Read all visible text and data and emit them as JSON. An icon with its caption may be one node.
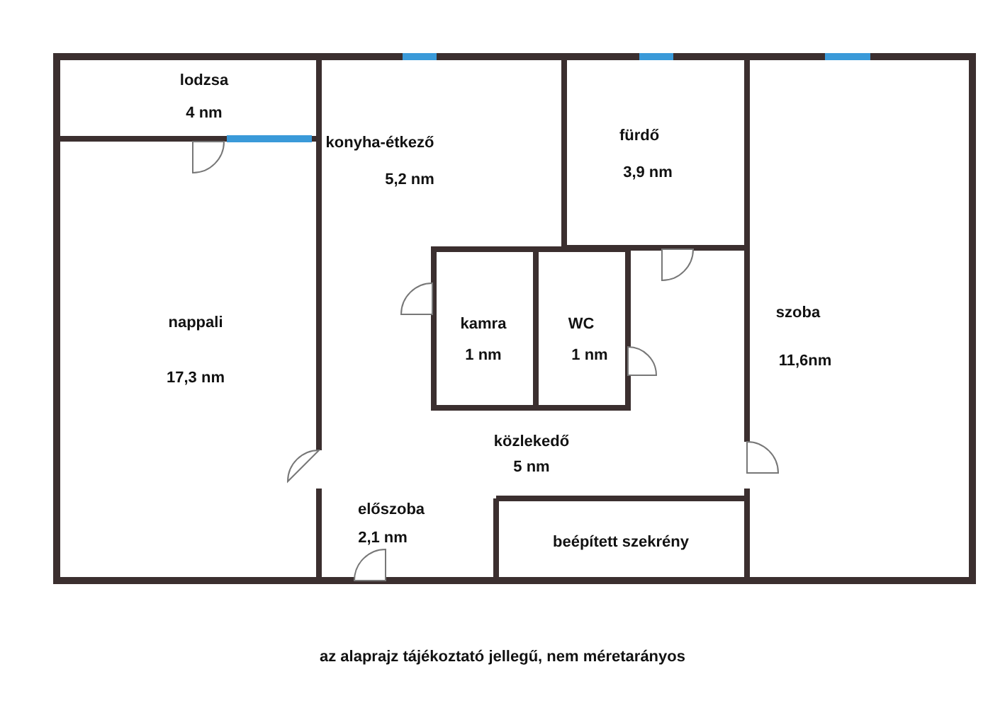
{
  "diagram": {
    "caption": "az alaprajz tájékoztató jellegű, nem méretarányos",
    "nodes": [
      {
        "text": [
          "lodzsa",
          "4 nm"
        ]
      },
      {
        "text": [
          "nappali",
          "17,3 nm"
        ]
      },
      {
        "text": [
          "konyha-étkező",
          "5,2 nm"
        ]
      },
      {
        "text": [
          "fürdő",
          "3,9 nm"
        ]
      },
      {
        "text": [
          "kamra",
          "1 nm"
        ]
      },
      {
        "text": [
          "WC",
          "1 nm"
        ]
      },
      {
        "text": [
          "szoba",
          "11,6nm"
        ]
      },
      {
        "text": [
          "közlekedő",
          "5 nm"
        ]
      },
      {
        "text": [
          "előszoba",
          "2,1 nm"
        ]
      },
      {
        "text": [
          "beépített szekrény"
        ]
      }
    ]
  }
}
